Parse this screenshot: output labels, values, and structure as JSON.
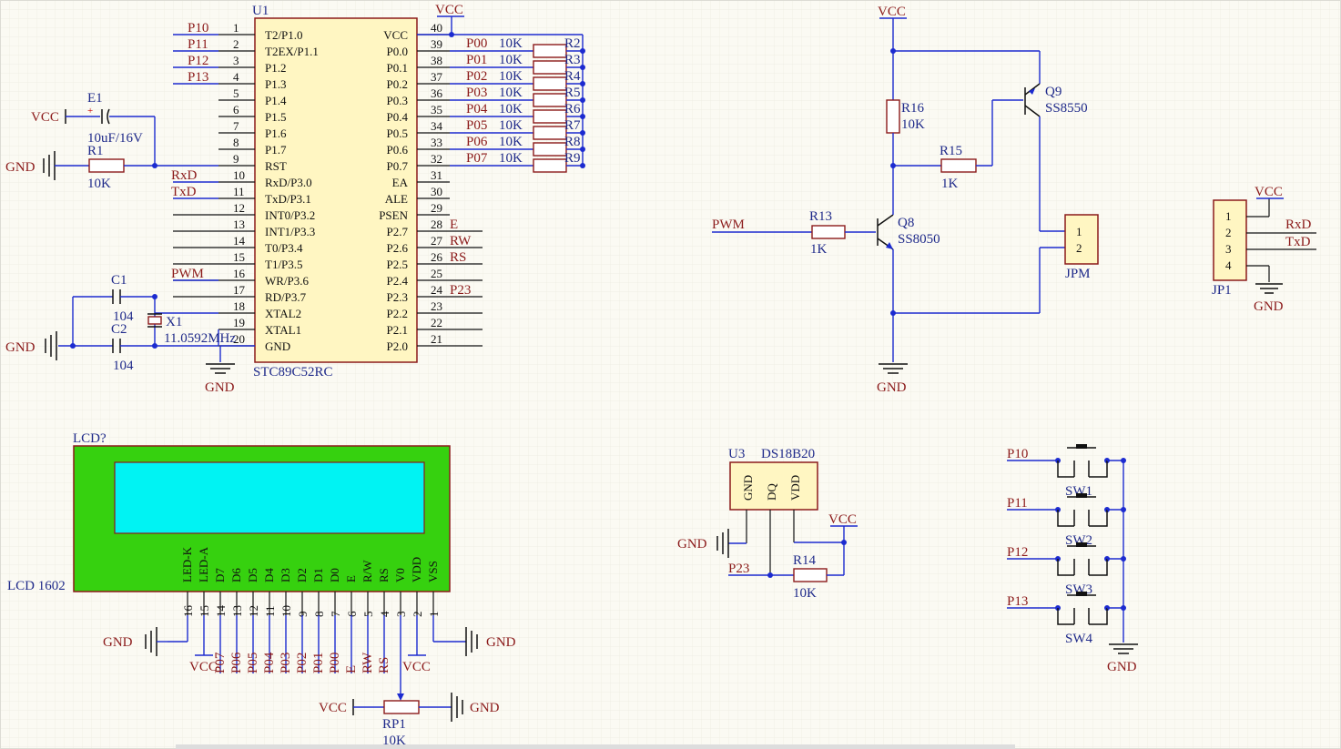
{
  "u1": {
    "ref": "U1",
    "name": "STC89C52RC",
    "left_pins": [
      {
        "num": "1",
        "name": "T2/P1.0",
        "net": "P10"
      },
      {
        "num": "2",
        "name": "T2EX/P1.1",
        "net": "P11"
      },
      {
        "num": "3",
        "name": "P1.2",
        "net": "P12"
      },
      {
        "num": "4",
        "name": "P1.3",
        "net": "P13"
      },
      {
        "num": "5",
        "name": "P1.4",
        "net": ""
      },
      {
        "num": "6",
        "name": "P1.5",
        "net": ""
      },
      {
        "num": "7",
        "name": "P1.6",
        "net": ""
      },
      {
        "num": "8",
        "name": "P1.7",
        "net": ""
      },
      {
        "num": "9",
        "name": "RST",
        "net": ""
      },
      {
        "num": "10",
        "name": "RxD/P3.0",
        "net": "RxD"
      },
      {
        "num": "11",
        "name": "TxD/P3.1",
        "net": "TxD"
      },
      {
        "num": "12",
        "name": "INT0/P3.2",
        "net": ""
      },
      {
        "num": "13",
        "name": "INT1/P3.3",
        "net": ""
      },
      {
        "num": "14",
        "name": "T0/P3.4",
        "net": ""
      },
      {
        "num": "15",
        "name": "T1/P3.5",
        "net": ""
      },
      {
        "num": "16",
        "name": "WR/P3.6",
        "net": "PWM"
      },
      {
        "num": "17",
        "name": "RD/P3.7",
        "net": ""
      },
      {
        "num": "18",
        "name": "XTAL2",
        "net": ""
      },
      {
        "num": "19",
        "name": "XTAL1",
        "net": ""
      },
      {
        "num": "20",
        "name": "GND",
        "net": ""
      }
    ],
    "right_pins": [
      {
        "num": "40",
        "name": "VCC",
        "net": ""
      },
      {
        "num": "39",
        "name": "P0.0",
        "net": "P00"
      },
      {
        "num": "38",
        "name": "P0.1",
        "net": "P01"
      },
      {
        "num": "37",
        "name": "P0.2",
        "net": "P02"
      },
      {
        "num": "36",
        "name": "P0.3",
        "net": "P03"
      },
      {
        "num": "35",
        "name": "P0.4",
        "net": "P04"
      },
      {
        "num": "34",
        "name": "P0.5",
        "net": "P05"
      },
      {
        "num": "33",
        "name": "P0.6",
        "net": "P06"
      },
      {
        "num": "32",
        "name": "P0.7",
        "net": "P07"
      },
      {
        "num": "31",
        "name": "EA",
        "net": ""
      },
      {
        "num": "30",
        "name": "ALE",
        "net": ""
      },
      {
        "num": "29",
        "name": "PSEN",
        "net": ""
      },
      {
        "num": "28",
        "name": "P2.7",
        "net": "E"
      },
      {
        "num": "27",
        "name": "P2.6",
        "net": "RW"
      },
      {
        "num": "26",
        "name": "P2.5",
        "net": "RS"
      },
      {
        "num": "25",
        "name": "P2.4",
        "net": ""
      },
      {
        "num": "24",
        "name": "P2.3",
        "net": "P23"
      },
      {
        "num": "23",
        "name": "P2.2",
        "net": ""
      },
      {
        "num": "22",
        "name": "P2.1",
        "net": ""
      },
      {
        "num": "21",
        "name": "P2.0",
        "net": ""
      }
    ],
    "vcc_label": "VCC",
    "gnd_label": "GND"
  },
  "pullups": {
    "value": "10K",
    "refs": [
      "R2",
      "R3",
      "R4",
      "R5",
      "R6",
      "R7",
      "R8",
      "R9"
    ]
  },
  "reset": {
    "vcc": "VCC",
    "gnd": "GND",
    "cap_ref": "E1",
    "cap_value": "10uF/16V",
    "res_ref": "R1",
    "res_value": "10K"
  },
  "crystal": {
    "gnd": "GND",
    "c1_ref": "C1",
    "c1_value": "104",
    "c2_ref": "C2",
    "c2_value": "104",
    "x_ref": "X1",
    "x_value": "11.0592MHz"
  },
  "driver": {
    "vcc": "VCC",
    "gnd": "GND",
    "r16_ref": "R16",
    "r16_value": "10K",
    "r15_ref": "R15",
    "r15_value": "1K",
    "r13_ref": "R13",
    "r13_value": "1K",
    "q9_ref": "Q9",
    "q9_part": "SS8550",
    "q8_ref": "Q8",
    "q8_part": "SS8050",
    "pwm": "PWM",
    "jpm_ref": "JPM",
    "jpm_pins": [
      "1",
      "2"
    ]
  },
  "jp1": {
    "ref": "JP1",
    "pins": [
      "1",
      "2",
      "3",
      "4"
    ],
    "nets": [
      "VCC",
      "RxD",
      "TxD"
    ],
    "gnd": "GND"
  },
  "lcd": {
    "ref": "LCD?",
    "part": "LCD 1602",
    "pins": [
      {
        "num": "16",
        "name": "LED-K",
        "net": ""
      },
      {
        "num": "15",
        "name": "LED-A",
        "net": "VCC"
      },
      {
        "num": "14",
        "name": "D7",
        "net": "P07"
      },
      {
        "num": "13",
        "name": "D6",
        "net": "P06"
      },
      {
        "num": "12",
        "name": "D5",
        "net": "P05"
      },
      {
        "num": "11",
        "name": "D4",
        "net": "P04"
      },
      {
        "num": "10",
        "name": "D3",
        "net": "P03"
      },
      {
        "num": "9",
        "name": "D2",
        "net": "P02"
      },
      {
        "num": "8",
        "name": "D1",
        "net": "P01"
      },
      {
        "num": "7",
        "name": "D0",
        "net": "P00"
      },
      {
        "num": "6",
        "name": "E",
        "net": "E"
      },
      {
        "num": "5",
        "name": "R/W",
        "net": "RW"
      },
      {
        "num": "4",
        "name": "RS",
        "net": "RS"
      },
      {
        "num": "3",
        "name": "V0",
        "net": ""
      },
      {
        "num": "2",
        "name": "VDD",
        "net": "VCC"
      },
      {
        "num": "1",
        "name": "VSS",
        "net": ""
      }
    ],
    "gnd": "GND",
    "vcc": "VCC",
    "rp_ref": "RP1",
    "rp_value": "10K"
  },
  "ds18b20": {
    "ref": "U3",
    "part": "DS18B20",
    "pins": [
      "GND",
      "DQ",
      "VDD"
    ],
    "gnd": "GND",
    "vcc": "VCC",
    "net": "P23",
    "r14_ref": "R14",
    "r14_value": "10K"
  },
  "switches": {
    "items": [
      {
        "ref": "SW1",
        "net": "P10"
      },
      {
        "ref": "SW2",
        "net": "P11"
      },
      {
        "ref": "SW3",
        "net": "P12"
      },
      {
        "ref": "SW4",
        "net": "P13"
      }
    ],
    "gnd": "GND"
  }
}
